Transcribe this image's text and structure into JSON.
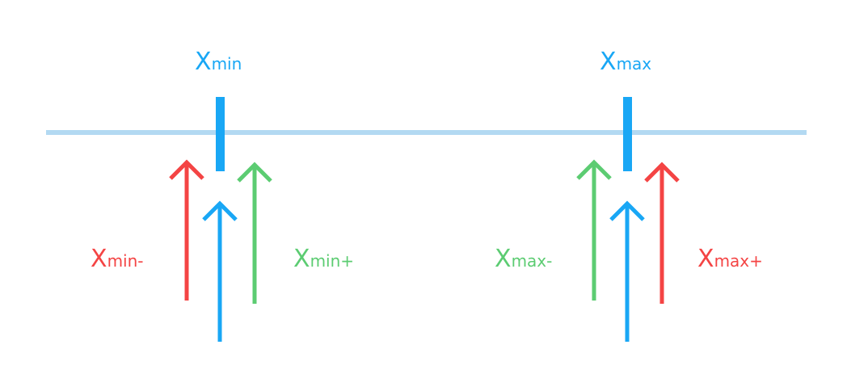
{
  "colors": {
    "axis": "#b3d9f2",
    "blue": "#19a7f5",
    "red": "#f44444",
    "green": "#5ccc72"
  },
  "labels": {
    "xmin": {
      "main": "X",
      "sub": "min"
    },
    "xmax": {
      "main": "X",
      "sub": "max"
    },
    "xmin_minus": {
      "main": "X",
      "sub": "min-"
    },
    "xmin_plus": {
      "main": "X",
      "sub": "min+"
    },
    "xmax_minus": {
      "main": "X",
      "sub": "max-"
    },
    "xmax_plus": {
      "main": "X",
      "sub": "max+"
    }
  },
  "arrows": {
    "xmin_minus": {
      "icon": "up-arrow-icon",
      "color": "red"
    },
    "xmin": {
      "icon": "up-arrow-icon",
      "color": "blue"
    },
    "xmin_plus": {
      "icon": "up-arrow-icon",
      "color": "green"
    },
    "xmax_minus": {
      "icon": "up-arrow-icon",
      "color": "green"
    },
    "xmax": {
      "icon": "up-arrow-icon",
      "color": "blue"
    },
    "xmax_plus": {
      "icon": "up-arrow-icon",
      "color": "red"
    }
  }
}
